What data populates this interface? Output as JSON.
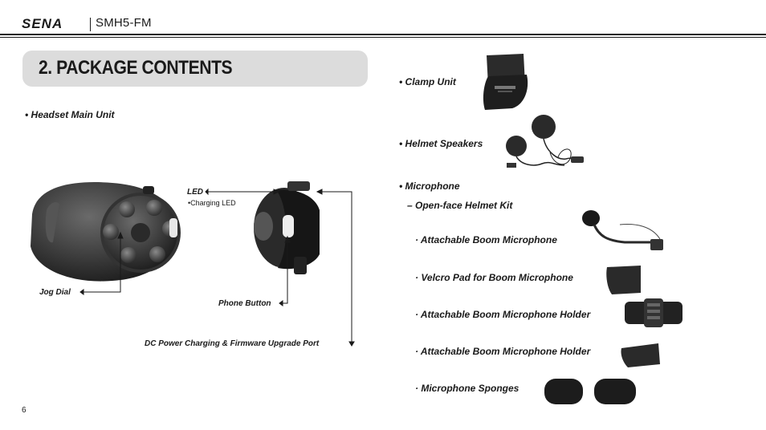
{
  "header": {
    "brand": "SENA",
    "model": "SMH5-FM"
  },
  "section": {
    "title": "2. PACKAGE CONTENTS"
  },
  "left": {
    "headset_label": "• Headset Main Unit",
    "led_label": "LED",
    "charging_led": "•Charging LED",
    "jog_dial": "Jog Dial",
    "phone_button": "Phone Button",
    "dc_port": "DC Power Charging & Firmware Upgrade Port"
  },
  "right": {
    "clamp_unit": "• Clamp Unit",
    "helmet_speakers": "• Helmet Speakers",
    "microphone": "• Microphone",
    "open_face_kit": "– Open-face Helmet Kit",
    "items": [
      "· Attachable Boom Microphone",
      "· Velcro Pad for Boom Microphone",
      "· Attachable Boom Microphone Holder",
      "· Attachable Boom Microphone Holder",
      "· Microphone Sponges"
    ]
  },
  "footer": {
    "page_number": "6"
  }
}
